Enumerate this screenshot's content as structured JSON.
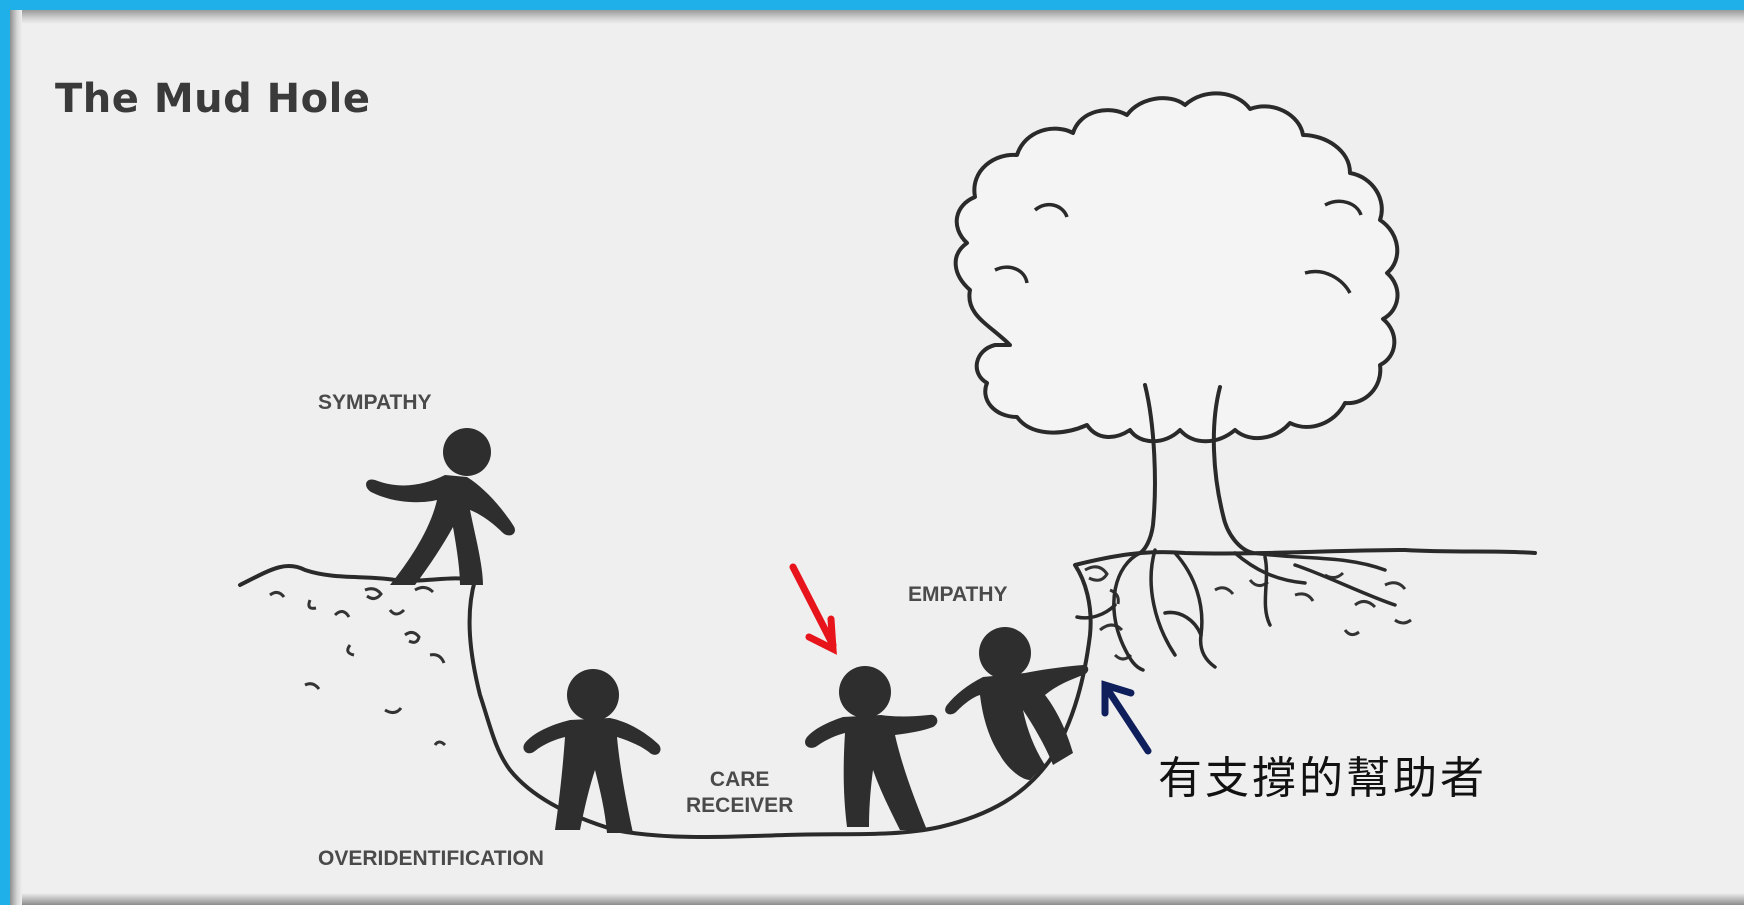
{
  "title": "The Mud Hole",
  "labels": {
    "sympathy": "SYMPATHY",
    "empathy": "EMPATHY",
    "care_receiver_line1": "CARE",
    "care_receiver_line2": "RECEIVER",
    "overidentification": "OVERIDENTIFICATION"
  },
  "annotation": "有支撐的幫助者",
  "icons": [
    "red-arrow-icon",
    "navy-arrow-icon",
    "tree-icon",
    "person-figure-icon"
  ],
  "colors": {
    "frame": "#1fb0ea",
    "paper": "#efefef",
    "figure": "#2e2e2e",
    "red_arrow": "#e8141c",
    "navy_arrow": "#0e1f5c"
  }
}
